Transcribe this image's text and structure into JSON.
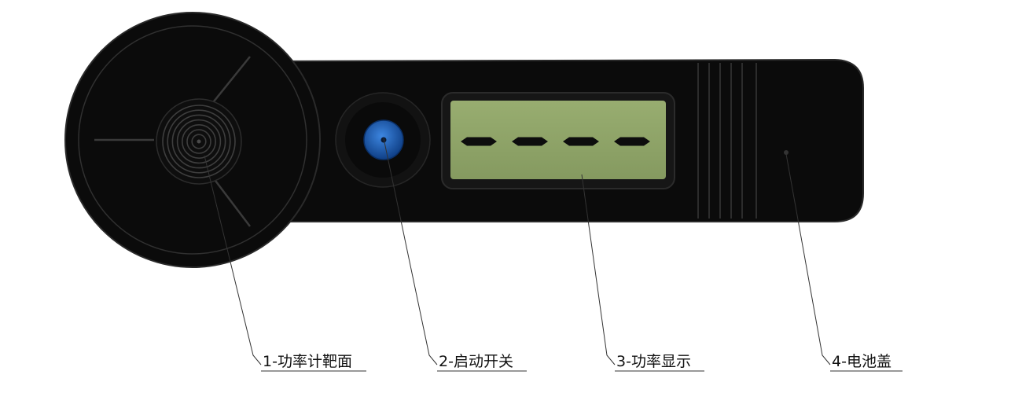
{
  "diagram": {
    "callouts": [
      {
        "id": "target",
        "label": "1-功率计靶面"
      },
      {
        "id": "switch",
        "label": "2-启动开关"
      },
      {
        "id": "display",
        "label": "3-功率显示"
      },
      {
        "id": "battery",
        "label": "4-电池盖"
      }
    ],
    "display": {
      "segments": [
        "-",
        "-",
        "-",
        "-"
      ]
    },
    "colors": {
      "body": "#0b0b0b",
      "body_edge": "#2a2a2a",
      "lcd": "#8fa46a",
      "button": "#1c5fb8",
      "leader": "#333333"
    }
  }
}
